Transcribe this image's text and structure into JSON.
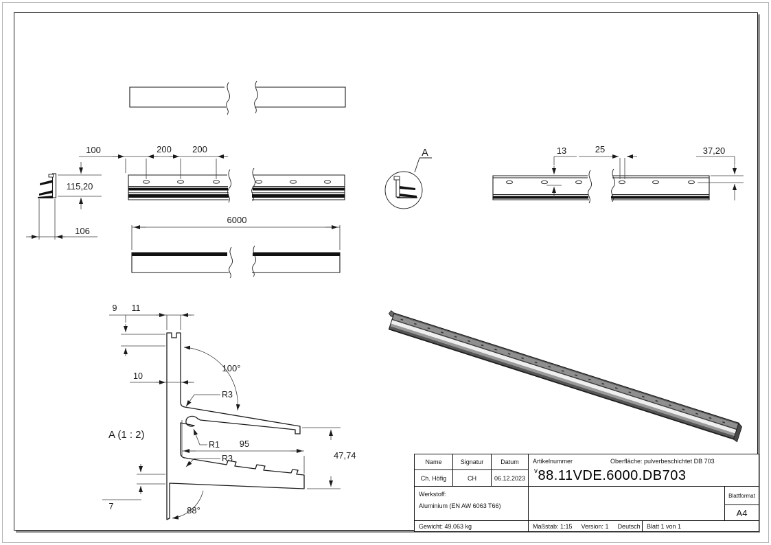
{
  "drawing": {
    "detail_label": "A",
    "section_label": "A (1 : 2)",
    "dims": {
      "d100": "100",
      "d200a": "200",
      "d200b": "200",
      "d115_20": "115,20",
      "d106": "106",
      "d6000": "6000",
      "d13": "13",
      "d25": "25",
      "d37_20": "37,20",
      "d9": "9",
      "d11": "11",
      "d10": "10",
      "a100": "100°",
      "r3_upper": "R3",
      "r1": "R1",
      "d95": "95",
      "r3_lower": "R3",
      "d47_74": "47,74",
      "d7": "7",
      "a88": "88°"
    }
  },
  "title_block": {
    "col_name": "Name",
    "col_signatur": "Signatur",
    "col_datum": "Datum",
    "name": "Ch. Höfig",
    "signatur": "CH",
    "datum": "06.12.2023",
    "artikelnummer_label": "Artikelnummer",
    "oberflaeche": "Oberfläche:  pulverbeschichtet DB 703",
    "artikelnummer_prefix": "v",
    "artikelnummer": "88.11VDE.6000.DB703",
    "werkstoff_label": "Werkstoff:",
    "werkstoff_value": "Aluminium (EN AW 6063 T66)",
    "blattformat_label": "Blattformat",
    "blattformat_value": "A4",
    "gewicht": "Gewicht: 49.063 kg",
    "massstab": "Maßstab: 1:15",
    "version": "Version: 1",
    "sprache": "Deutsch",
    "blatt": "Blatt 1 von 1"
  },
  "colors": {
    "line": "#1a1a1a",
    "dim_line": "#3a3a3a",
    "band": "#101010",
    "iso_top_edge": "#555555",
    "iso_top_face": "#8f8f8f",
    "iso_groove": "#3a3a3a",
    "iso_stripe": "#efefef",
    "iso_side": "#999999",
    "iso_lower": "#565656",
    "iso_bottom": "#2d2d2d",
    "iso_end_face": "#484848",
    "iso_left_cap": "#6a6a6a"
  }
}
